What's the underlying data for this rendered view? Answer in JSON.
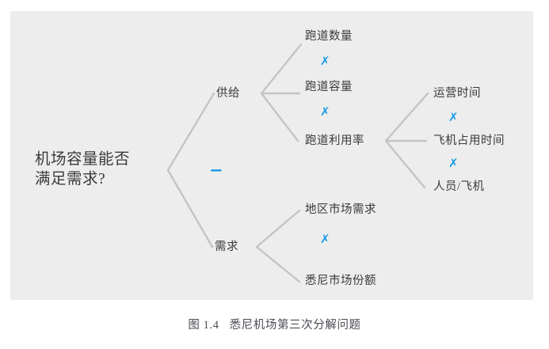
{
  "figure": {
    "caption_label": "图 1.4",
    "caption_text": "悉尼机场第三次分解问题",
    "panel_color": "#ededed",
    "line_color": "#c4c4c4",
    "text_color": "#3a3a3a",
    "operator_color": "#1a9ae8"
  },
  "tree": {
    "root": {
      "line1": "机场容量能否",
      "line2": "满足需求?"
    },
    "root_operator": "−",
    "branches": [
      {
        "label": "供给",
        "children": [
          {
            "label": "跑道数量",
            "operator": "✗"
          },
          {
            "label": "跑道容量",
            "operator": "✗"
          },
          {
            "label": "跑道利用率",
            "children": [
              {
                "label": "运营时间",
                "operator": "✗"
              },
              {
                "label": "飞机占用时间",
                "operator": "✗"
              },
              {
                "label": "人员/飞机"
              }
            ]
          }
        ]
      },
      {
        "label": "需求",
        "children": [
          {
            "label": "地区市场需求",
            "operator": "✗"
          },
          {
            "label": "悉尼市场份额"
          }
        ]
      }
    ]
  }
}
